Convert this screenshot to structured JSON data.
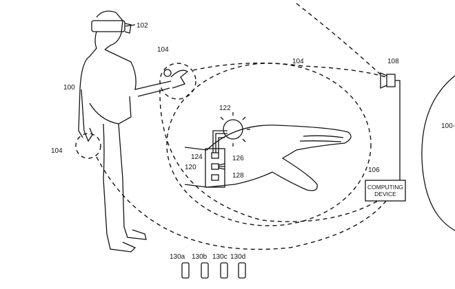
{
  "labels": {
    "user": "100",
    "user_right": "100-",
    "hmd": "102",
    "hand_top": "104",
    "hand_circle": "104",
    "hand_left": "104",
    "computing_device_ref": "106",
    "camera": "108",
    "wearable": "120",
    "light_source": "122",
    "component_124": "124",
    "component_126": "126",
    "component_128": "128",
    "variant_a": "130a",
    "variant_b": "130b",
    "variant_c": "130c",
    "variant_d": "130d"
  },
  "computing_device": {
    "line1": "COMPUTING",
    "line2": "DEVICE"
  }
}
